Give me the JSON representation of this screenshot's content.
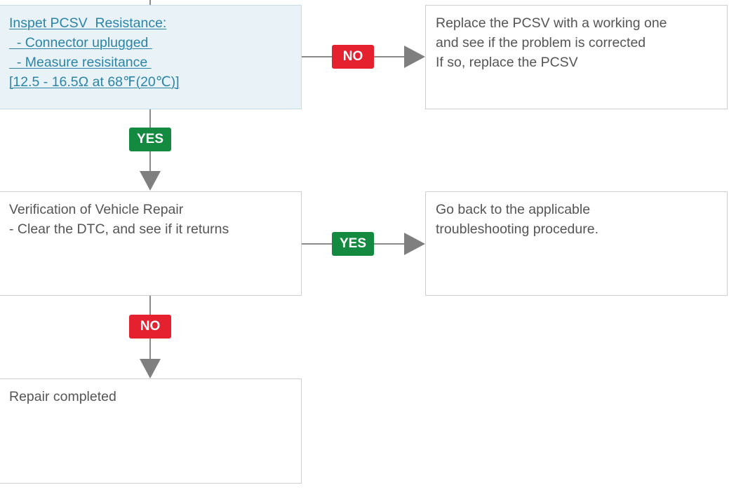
{
  "colors": {
    "yes_badge": "#138a3f",
    "no_badge": "#e5202f",
    "link_text": "#2a84a7",
    "link_box_bg": "#e9f3f7",
    "arrow": "#7f7f7f",
    "box_text": "#555555"
  },
  "steps": {
    "inspect": {
      "lines": [
        "Inspet PCSV  Resistance:",
        "  - Connector uplugged ",
        "  - Measure resisitance ",
        "[12.5 - 16.5Ω at 68℉(20℃)]"
      ]
    },
    "replace": {
      "lines": [
        "Replace the PCSV with a working one",
        "and see if the problem is corrected",
        "If so, replace the PCSV"
      ]
    },
    "verification": {
      "lines": [
        "Verification of Vehicle Repair",
        "- Clear the DTC, and see if it returns"
      ]
    },
    "go_back": {
      "lines": [
        "Go back to the applicable",
        "troubleshooting procedure."
      ]
    },
    "repair_completed": {
      "lines": [
        "Repair completed"
      ]
    }
  },
  "badges": {
    "inspect_no": "NO",
    "inspect_yes": "YES",
    "verification_yes": "YES",
    "verification_no": "NO"
  }
}
